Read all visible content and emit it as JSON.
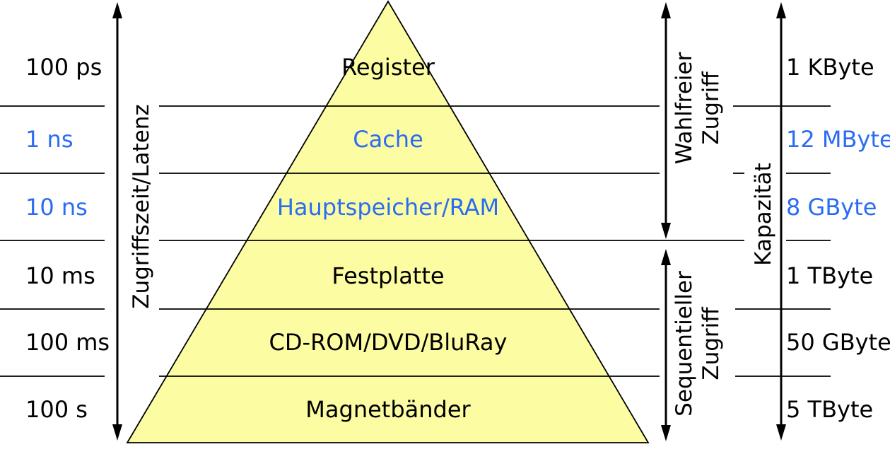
{
  "colors": {
    "pyramid_fill": "#fcfca2",
    "highlight_blue": "#2a6cf2",
    "ink": "#000000"
  },
  "axis_labels": {
    "latency": "Zugriffszeit/Latenz",
    "capacity": "Kapazität",
    "random_access_line1": "Wahlfreier",
    "random_access_line2": "Zugriff",
    "sequential_access_line1": "Sequentieller",
    "sequential_access_line2": "Zugriff"
  },
  "levels": [
    {
      "name": "Register",
      "access_time": "100 ps",
      "capacity": "1 KByte",
      "emphasis": "black"
    },
    {
      "name": "Cache",
      "access_time": "1 ns",
      "capacity": "12 MByte",
      "emphasis": "blue"
    },
    {
      "name": "Hauptspeicher/RAM",
      "access_time": "10 ns",
      "capacity": "8 GByte",
      "emphasis": "blue"
    },
    {
      "name": "Festplatte",
      "access_time": "10 ms",
      "capacity": "1 TByte",
      "emphasis": "black"
    },
    {
      "name": "CD-ROM/DVD/BluRay",
      "access_time": "100 ms",
      "capacity": "50 GByte",
      "emphasis": "black"
    },
    {
      "name": "Magnetbänder",
      "access_time": "100 s",
      "capacity": "5 TByte",
      "emphasis": "black"
    }
  ]
}
